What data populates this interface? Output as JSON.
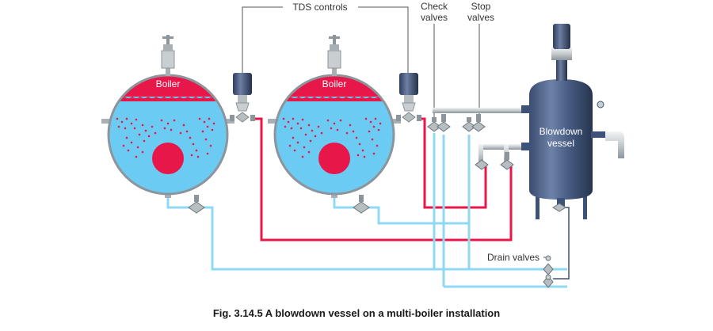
{
  "labels": {
    "tds_controls": "TDS controls",
    "check_valves_line1": "Check",
    "check_valves_line2": "valves",
    "stop_valves_line1": "Stop",
    "stop_valves_line2": "valves",
    "drain_valves": "Drain valves",
    "boiler_1": "Boiler",
    "boiler_2": "Boiler",
    "vessel_line1": "Blowdown",
    "vessel_line2": "vessel"
  },
  "caption": "Fig. 3.14.5 A blowdown vessel on a multi-boiler installation",
  "colors": {
    "water": "#6ccbf2",
    "steam_space": "#e8174a",
    "shell": "#8c959c",
    "blowdown_pipe": "#e8174a",
    "drain_pipe": "#8fd9f5",
    "vessel": "#3d5278"
  }
}
